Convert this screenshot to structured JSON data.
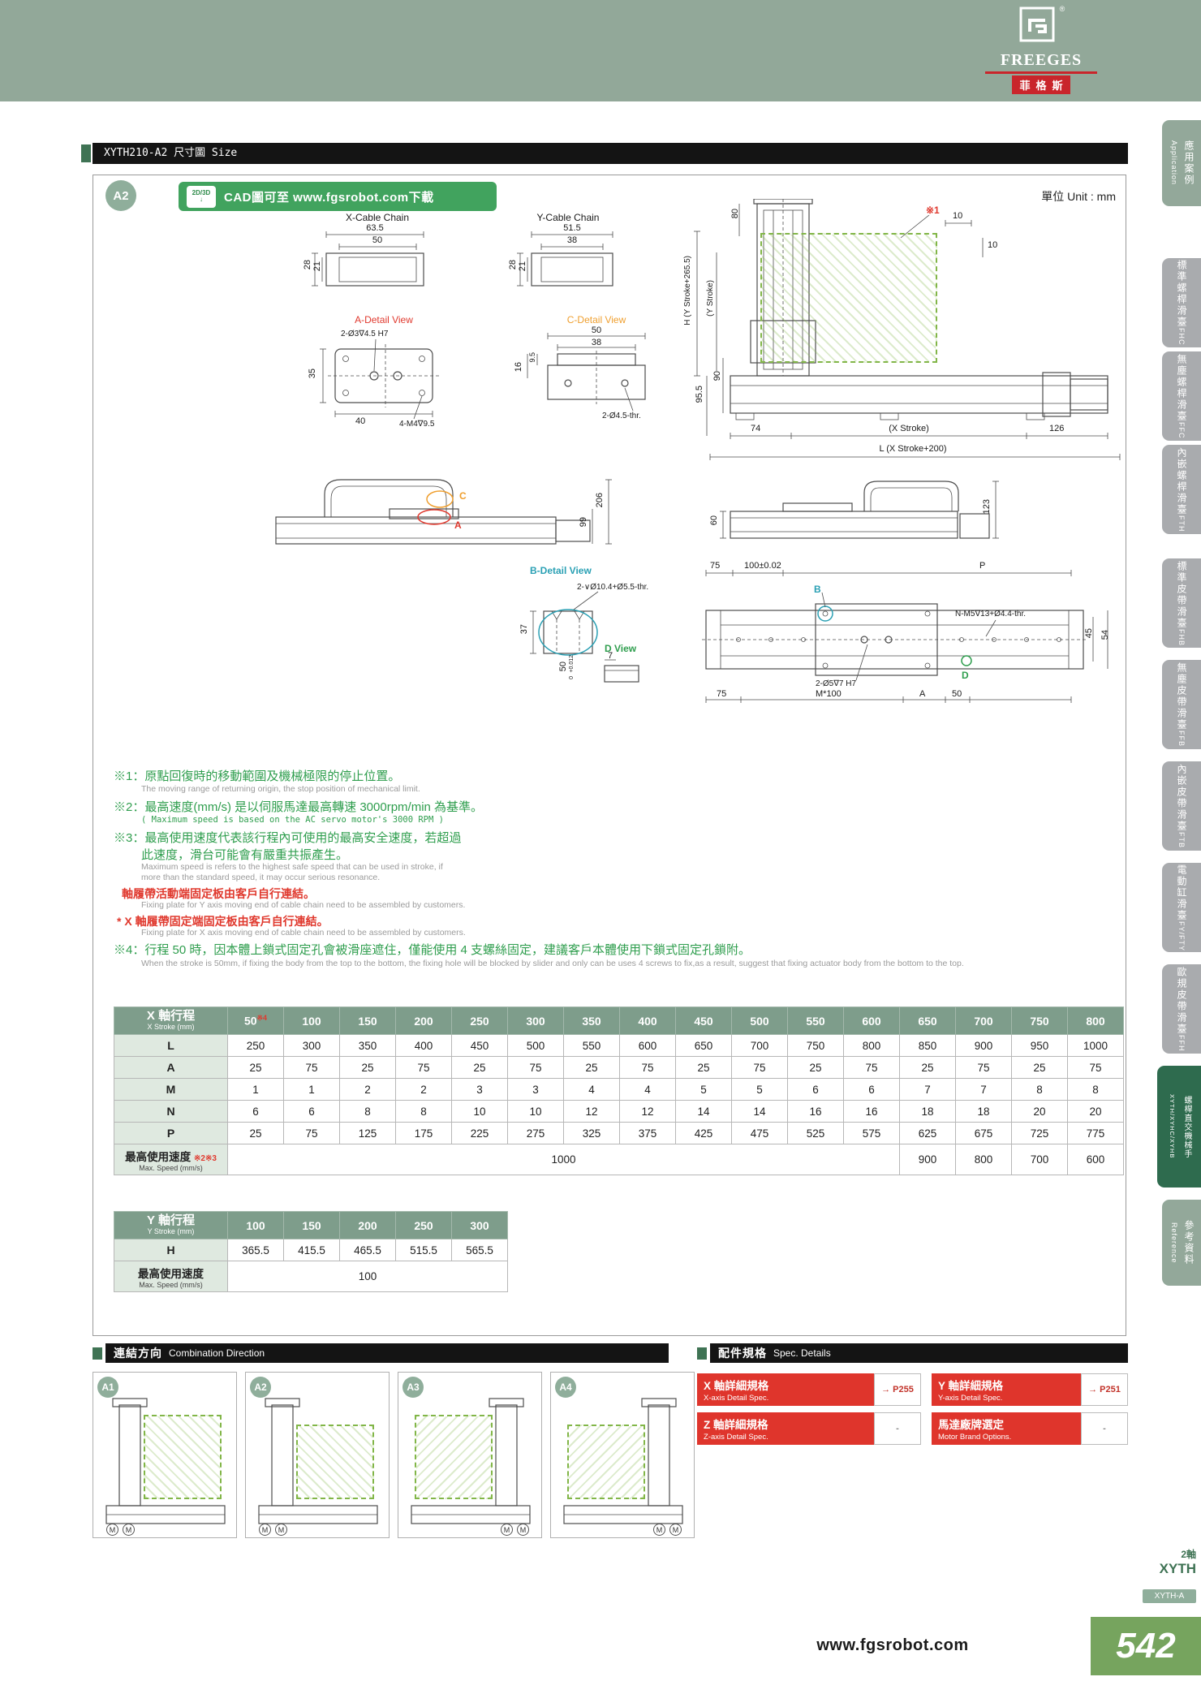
{
  "brand": {
    "name": "FREEGES",
    "cn": "菲格斯",
    "reg": "®"
  },
  "titlebar": "XYTH210-A2 尺寸圖 Size",
  "banner": {
    "badge": "A2",
    "icon": "2D/3D",
    "arrow": "↓",
    "text": "CAD圖可至 www.fgsrobot.com下載",
    "unit": "單位 Unit : mm"
  },
  "dw": {
    "xchain": {
      "title": "X-Cable Chain",
      "w1": "63.5",
      "w2": "50",
      "h1": "28",
      "h2": "21"
    },
    "ychain": {
      "title": "Y-Cable Chain",
      "w1": "51.5",
      "w2": "38",
      "h1": "28",
      "h2": "21"
    },
    "adetail": {
      "title": "A-Detail View",
      "holes1": "2-Ø3∇4.5 H7",
      "d35": "35",
      "d40": "40",
      "holes2": "4-M4∇9.5"
    },
    "cdetail": {
      "title": "C-Detail View",
      "d50": "50",
      "d38": "38",
      "d95": "9.5",
      "d16": "16",
      "holes": "2-Ø4.5-thr."
    },
    "front": {
      "mark": "※1",
      "d80": "80",
      "d10a": "10",
      "d10b": "10",
      "dimh": "H (Y Stroke+265.5)",
      "dimy": "(Y Stroke)",
      "d90": "90",
      "d955": "95.5",
      "d74": "74",
      "dx": "(X Stroke)",
      "d126": "126",
      "dl": "L (X Stroke+200)"
    },
    "side": {
      "c": "C",
      "a": "A",
      "d206": "206",
      "d99": "99"
    },
    "side2": {
      "d60": "60",
      "d123": "123"
    },
    "bdetail": {
      "title": "B-Detail View",
      "holes": "2-∨Ø10.4+Ø5.5-thr.",
      "d37": "37"
    },
    "dview": {
      "title": "D View",
      "d7": "7",
      "d50": "50",
      "tol1": "+0.012",
      "tol2": "0"
    },
    "top": {
      "d75a": "75",
      "d100": "100±0.02",
      "p": "P",
      "b": "B",
      "holesn": "N-M5∇13+Ø4.4-thr.",
      "d45": "45",
      "d54": "54",
      "holes2": "2-Ø5∇7 H7",
      "m100": "M*100",
      "d75b": "75",
      "a": "A",
      "d50": "50",
      "d": "D"
    }
  },
  "notes": {
    "n1": "※1：原點回復時的移動範圍及機械極限的停止位置。",
    "n1e": "The moving range of returning origin, the stop position of mechanical limit.",
    "n2": "※2：最高速度(mm/s) 是以伺服馬達最高轉速 3000rpm/min 為基準。",
    "n2e": "( Maximum speed is based on the AC servo motor's 3000 RPM )",
    "n3a": "※3：最高使用速度代表該行程內可使用的最高安全速度，若超過",
    "n3b": "此速度，滑台可能會有嚴重共振產生。",
    "n3e1": "Maximum speed is refers to the highest safe speed that can be used in stroke, if",
    "n3e2": "more than the standard speed, it may occur serious resonance.",
    "n4": "軸履帶活動端固定板由客戶自行連結。",
    "n4e": "Fixing plate for Y axis moving end of cable chain need to be assembled by customers.",
    "n5": "* X 軸履帶固定端固定板由客戶自行連結。",
    "n5e": "Fixing plate for X axis moving end of cable chain need to be assembled by customers.",
    "n6": "※4：行程 50 時，因本體上鎖式固定孔會被滑座遮住，僅能使用 4 支螺絲固定，建議客戶本體使用下鎖式固定孔鎖附。",
    "n6e": "When the stroke is 50mm, if fixing the body from the top to the bottom, the fixing hole will be blocked by slider and only can be uses 4 screws to fix,as a result, suggest that fixing actuator body from the bottom to the top."
  },
  "xt": {
    "title_cn": "X 軸行程",
    "title_en": "X Stroke (mm)",
    "marker": "※4",
    "cols": [
      "50",
      "100",
      "150",
      "200",
      "250",
      "300",
      "350",
      "400",
      "450",
      "500",
      "550",
      "600",
      "650",
      "700",
      "750",
      "800"
    ],
    "rl": "L",
    "ra": "A",
    "rm": "M",
    "rn": "N",
    "rp": "P",
    "L": [
      "250",
      "300",
      "350",
      "400",
      "450",
      "500",
      "550",
      "600",
      "650",
      "700",
      "750",
      "800",
      "850",
      "900",
      "950",
      "1000"
    ],
    "A": [
      "25",
      "75",
      "25",
      "75",
      "25",
      "75",
      "25",
      "75",
      "25",
      "75",
      "25",
      "75",
      "25",
      "75",
      "25",
      "75"
    ],
    "M": [
      "1",
      "1",
      "2",
      "2",
      "3",
      "3",
      "4",
      "4",
      "5",
      "5",
      "6",
      "6",
      "7",
      "7",
      "8",
      "8"
    ],
    "N": [
      "6",
      "6",
      "8",
      "8",
      "10",
      "10",
      "12",
      "12",
      "14",
      "14",
      "16",
      "16",
      "18",
      "18",
      "20",
      "20"
    ],
    "P": [
      "25",
      "75",
      "125",
      "175",
      "225",
      "275",
      "325",
      "375",
      "425",
      "475",
      "525",
      "575",
      "625",
      "675",
      "725",
      "775"
    ],
    "speed_cn": "最高使用速度",
    "speed_marker": "※2※3",
    "speed_en": "Max. Speed (mm/s)",
    "speed_main": "1000",
    "speed_tail": [
      "900",
      "800",
      "700",
      "600"
    ]
  },
  "yt": {
    "title_cn": "Y 軸行程",
    "title_en": "Y Stroke (mm)",
    "cols": [
      "100",
      "150",
      "200",
      "250",
      "300"
    ],
    "rh": "H",
    "H": [
      "365.5",
      "415.5",
      "465.5",
      "515.5",
      "565.5"
    ],
    "speed_cn": "最高使用速度",
    "speed_en": "Max. Speed (mm/s)",
    "speed": "100"
  },
  "combo": {
    "title_cn": "連結方向",
    "title_en": "Combination Direction",
    "badges": [
      "A1",
      "A2",
      "A3",
      "A4"
    ],
    "motor": "M"
  },
  "spec": {
    "title_cn": "配件規格",
    "title_en": "Spec. Details",
    "items": [
      {
        "cn": "X 軸詳細規格",
        "en": "X-axis Detail Spec.",
        "link": "→ P255"
      },
      {
        "cn": "Y 軸詳細規格",
        "en": "Y-axis Detail Spec.",
        "link": "→ P251"
      },
      {
        "cn": "Z 軸詳細規格",
        "en": "Z-axis Detail Spec.",
        "link": "-"
      },
      {
        "cn": "馬達廠牌選定",
        "en": "Motor Brand Options.",
        "link": "-"
      }
    ]
  },
  "sidebar": {
    "items": [
      {
        "cn": "應用案例",
        "en": "Application"
      },
      {
        "cn": "標準螺桿滑臺",
        "en": "FHC"
      },
      {
        "cn": "無塵螺桿滑臺",
        "en": "FFC"
      },
      {
        "cn": "內嵌螺桿滑臺",
        "en": "FTH"
      },
      {
        "cn": "標準皮帶滑臺",
        "en": "FHB"
      },
      {
        "cn": "無塵皮帶滑臺",
        "en": "FFB"
      },
      {
        "cn": "內嵌皮帶滑臺",
        "en": "FTB"
      },
      {
        "cn": "電動缸滑臺",
        "en": "FY/FTY"
      },
      {
        "cn": "歐規皮帶滑臺",
        "en": "FFH"
      },
      {
        "cn": "螺桿直交機械手",
        "en": "XYTH/XYHC/XYHB"
      },
      {
        "cn": "參考資料",
        "en": "Reference"
      }
    ]
  },
  "footer": {
    "url": "www.fgsrobot.com",
    "page": "542",
    "series_cn": "2軸",
    "series": "XYTH",
    "tag": "XYTH-A"
  }
}
